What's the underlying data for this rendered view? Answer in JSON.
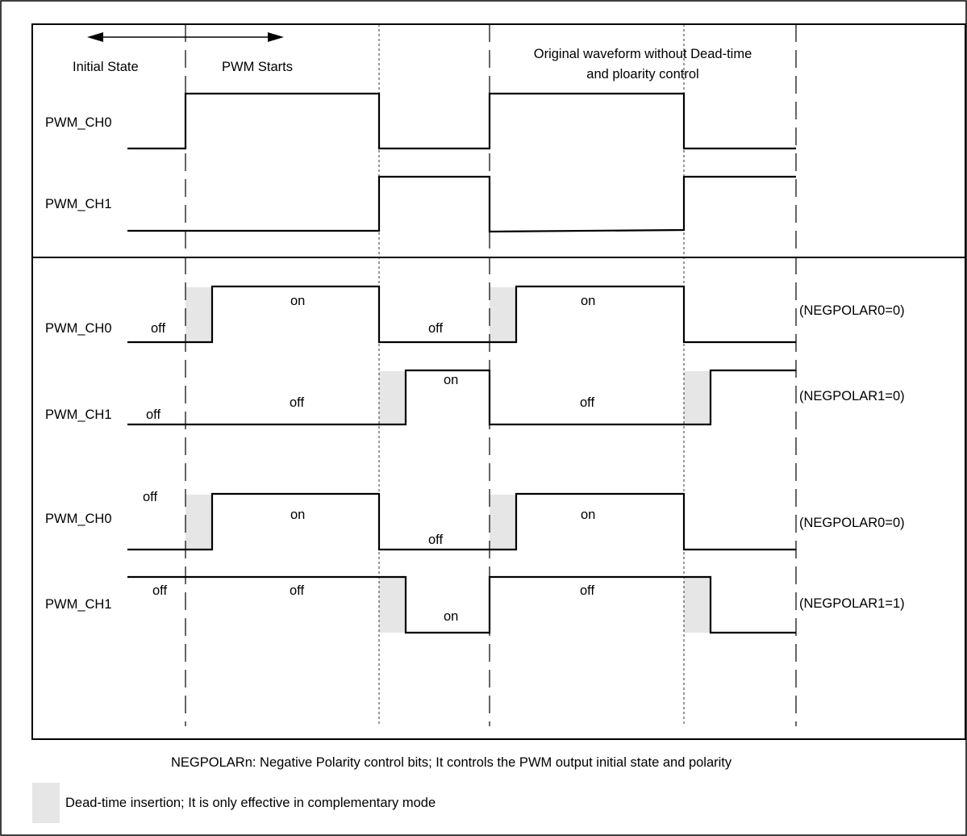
{
  "header": {
    "initial_state": "Initial State",
    "pwm_starts": "PWM Starts",
    "original_waveform_line1": "Original waveform without Dead-time",
    "original_waveform_line2": "and ploarity control"
  },
  "top_section": {
    "ch0_label": "PWM_CH0",
    "ch1_label": "PWM_CH1"
  },
  "group1": {
    "ch0": {
      "label": "PWM_CH0",
      "initial": "off",
      "states": [
        "on",
        "off",
        "on"
      ],
      "polarity": "(NEGPOLAR0=0)"
    },
    "ch1": {
      "label": "PWM_CH1",
      "initial": "off",
      "states": [
        "off",
        "on",
        "off"
      ],
      "polarity": "(NEGPOLAR1=0)"
    }
  },
  "group2": {
    "ch0": {
      "label": "PWM_CH0",
      "initial": "off",
      "states": [
        "on",
        "off",
        "on"
      ],
      "polarity": "(NEGPOLAR0=0)"
    },
    "ch1": {
      "label": "PWM_CH1",
      "initial": "off",
      "states": [
        "off",
        "on",
        "off"
      ],
      "polarity": "(NEGPOLAR1=1)"
    }
  },
  "footer": {
    "negpolar_note": "NEGPOLARn: Negative Polarity control bits; It controls the PWM output initial state and polarity",
    "deadtime_note": "Dead-time insertion; It is only effective in complementary mode"
  },
  "colors": {
    "deadtime_fill": "#e6e6e6",
    "line": "#000000"
  }
}
